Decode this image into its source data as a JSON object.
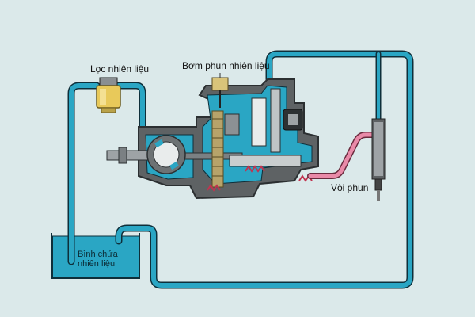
{
  "labels": {
    "filter": "Lọc nhiên liệu",
    "pump": "Bơm phun nhiên liệu",
    "injector": "Vòi phun",
    "tank_line1": "Bình chứa",
    "tank_line2": "nhiên liệu"
  },
  "colors": {
    "background": "#dbe9ea",
    "fuel": "#2aa6c4",
    "pipe_outline": "#0e2f3a",
    "pump_body": "#5e6264",
    "high_pressure": "#e98aa8",
    "filter": "#e8c95a"
  }
}
